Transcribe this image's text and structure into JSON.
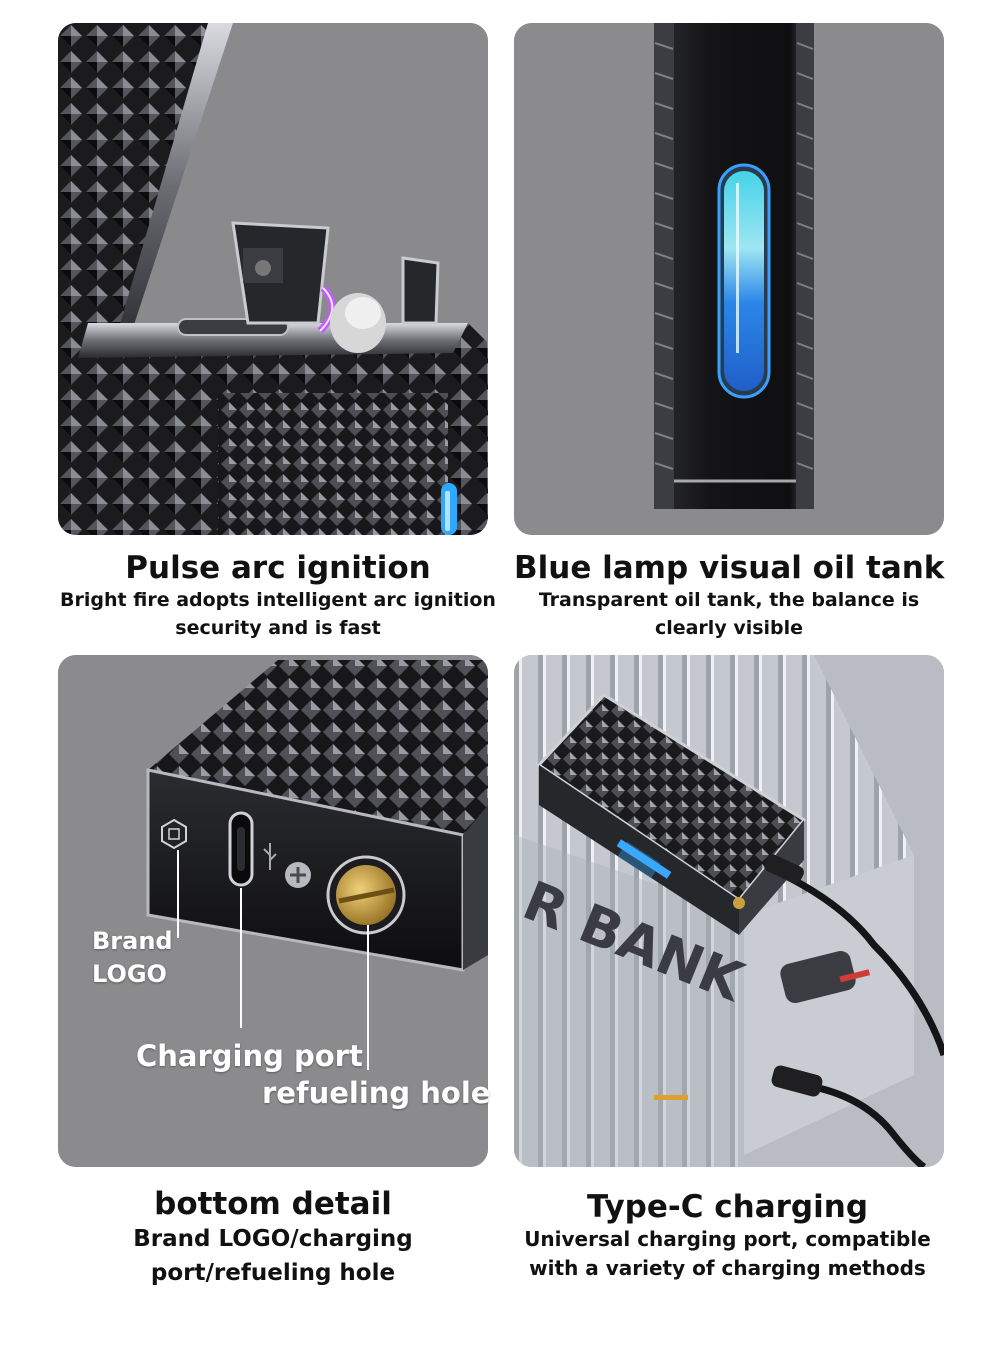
{
  "panels": [
    {
      "id": "pulse-arc",
      "title": "Pulse arc ignition",
      "description": "Bright fire adopts intelligent arc ignition security and is fast"
    },
    {
      "id": "oil-tank",
      "title": "Blue lamp visual oil tank",
      "description": "Transparent oil tank, the balance is clearly visible"
    },
    {
      "id": "bottom-detail",
      "title": "bottom detail",
      "description": "Brand LOGO/charging port/refueling hole",
      "callouts": {
        "brand_logo": "Brand LOGO",
        "charging_port": "Charging port",
        "refueling_hole": "refueling hole"
      }
    },
    {
      "id": "type-c",
      "title": "Type-C charging",
      "description": "Universal charging port, compatible with a variety of charging methods",
      "container_print": "R BANK"
    }
  ],
  "colors": {
    "panel_bg": "#8c8c8c",
    "lighter_metal": "#2a2a2e",
    "arc_glow": "#c35cff",
    "tank_blue": "#2fa8ff",
    "brass": "#c9a13c",
    "container_silver": "#c9cdd3"
  }
}
